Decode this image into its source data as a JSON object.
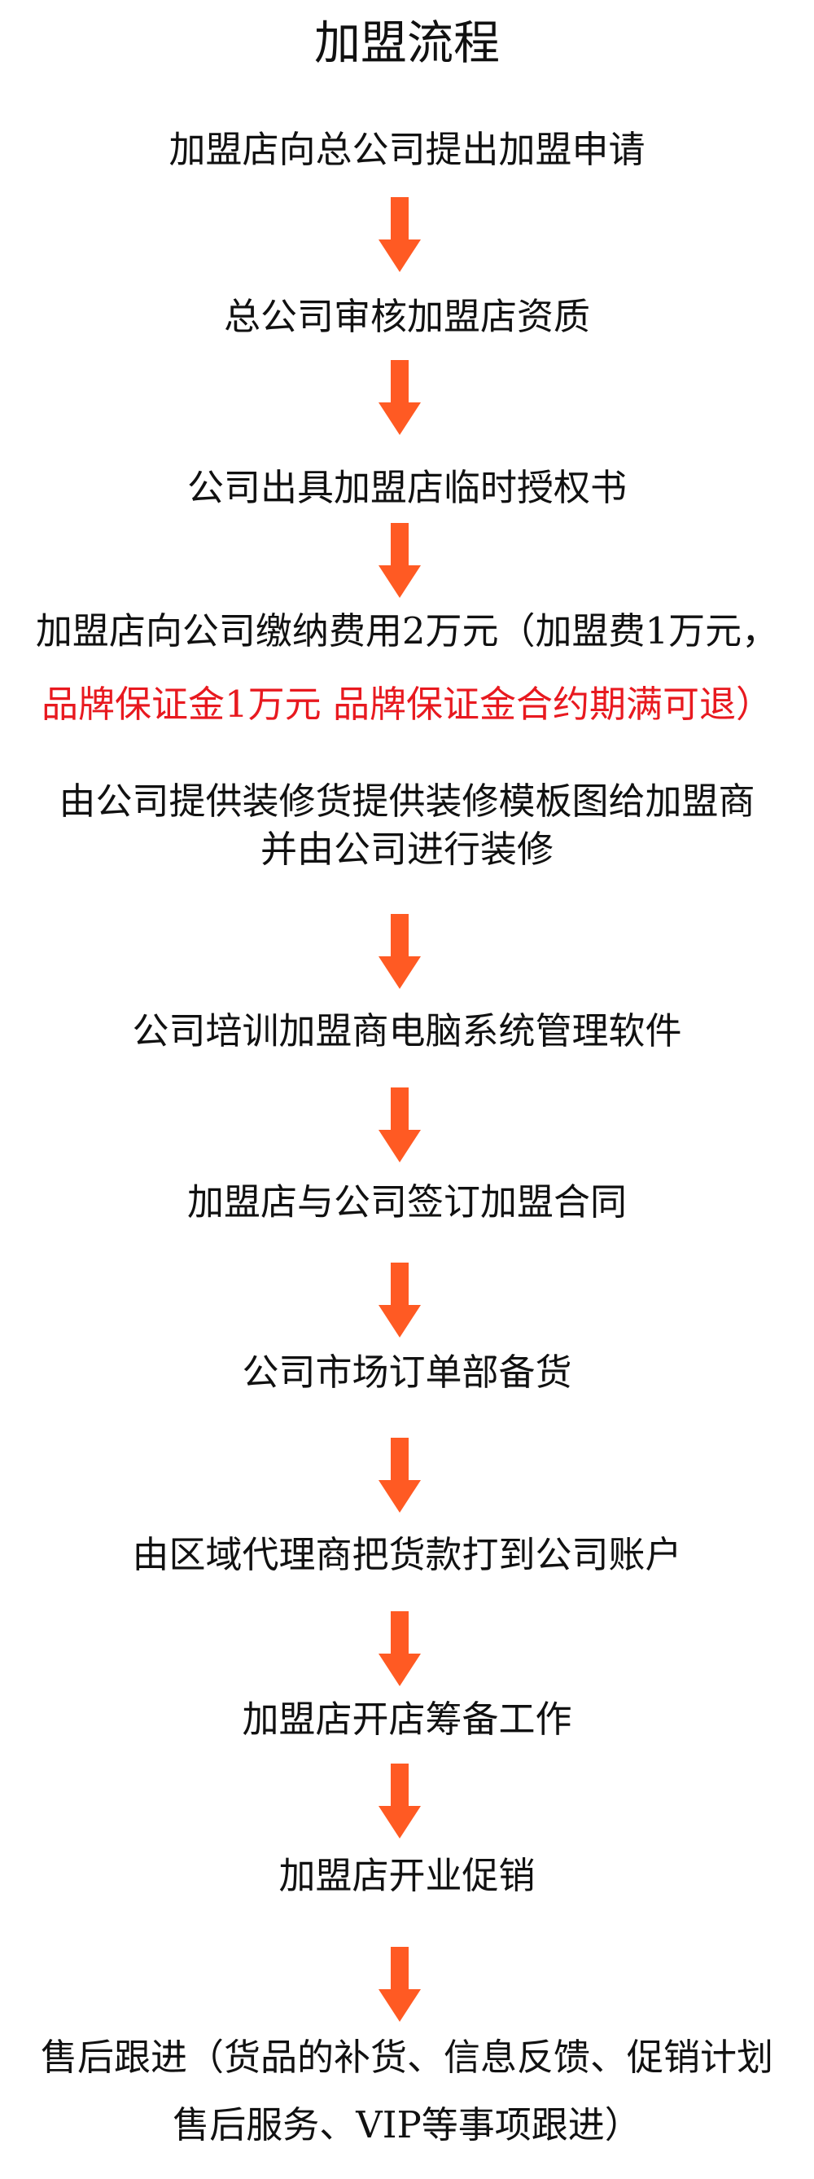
{
  "title": "加盟流程",
  "steps": [
    "加盟店向总公司提出加盟申请",
    "总公司审核加盟店资质",
    "公司出具加盟店临时授权书",
    {
      "line1": "加盟店向公司缴纳费用2万元（加盟费1万元，",
      "line2": "品牌保证金1万元  品牌保证金合约期满可退）"
    },
    {
      "line1": "由公司提供装修货提供装修模板图给加盟商",
      "line2": "并由公司进行装修"
    },
    "公司培训加盟商电脑系统管理软件",
    "加盟店与公司签订加盟合同",
    "公司市场订单部备货",
    "由区域代理商把货款打到公司账户",
    "加盟店开店筹备工作",
    "加盟店开业促销",
    {
      "line1": "售后跟进（货品的补货、信息反馈、促销计划",
      "line2": "售后服务、VIP等事项跟进）"
    }
  ],
  "colors": {
    "arrow": "#ff5a23",
    "highlight": "#e8191f",
    "text": "#111111"
  }
}
